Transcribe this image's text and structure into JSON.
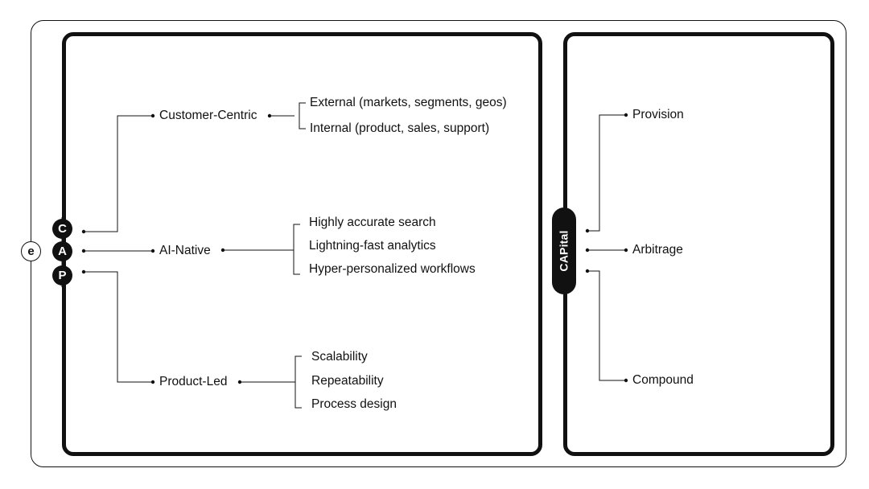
{
  "badges": {
    "e": "e",
    "c": "C",
    "a": "A",
    "p": "P"
  },
  "capital_label": "CAPital",
  "left_nodes": {
    "customer_centric": "Customer-Centric",
    "ai_native": "AI-Native",
    "product_led": "Product-Led"
  },
  "customer_centric_items": [
    "External (markets, segments, geos)",
    "Internal (product, sales,  support)"
  ],
  "ai_native_items": [
    "Highly accurate search",
    "Lightning-fast analytics",
    "Hyper-personalized workflows"
  ],
  "product_led_items": [
    "Scalability",
    "Repeatability",
    "Process design"
  ],
  "right_nodes": {
    "provision": "Provision",
    "arbitrage": "Arbitrage",
    "compound": "Compound"
  },
  "colors": {
    "ink": "#111111",
    "background": "#ffffff"
  }
}
